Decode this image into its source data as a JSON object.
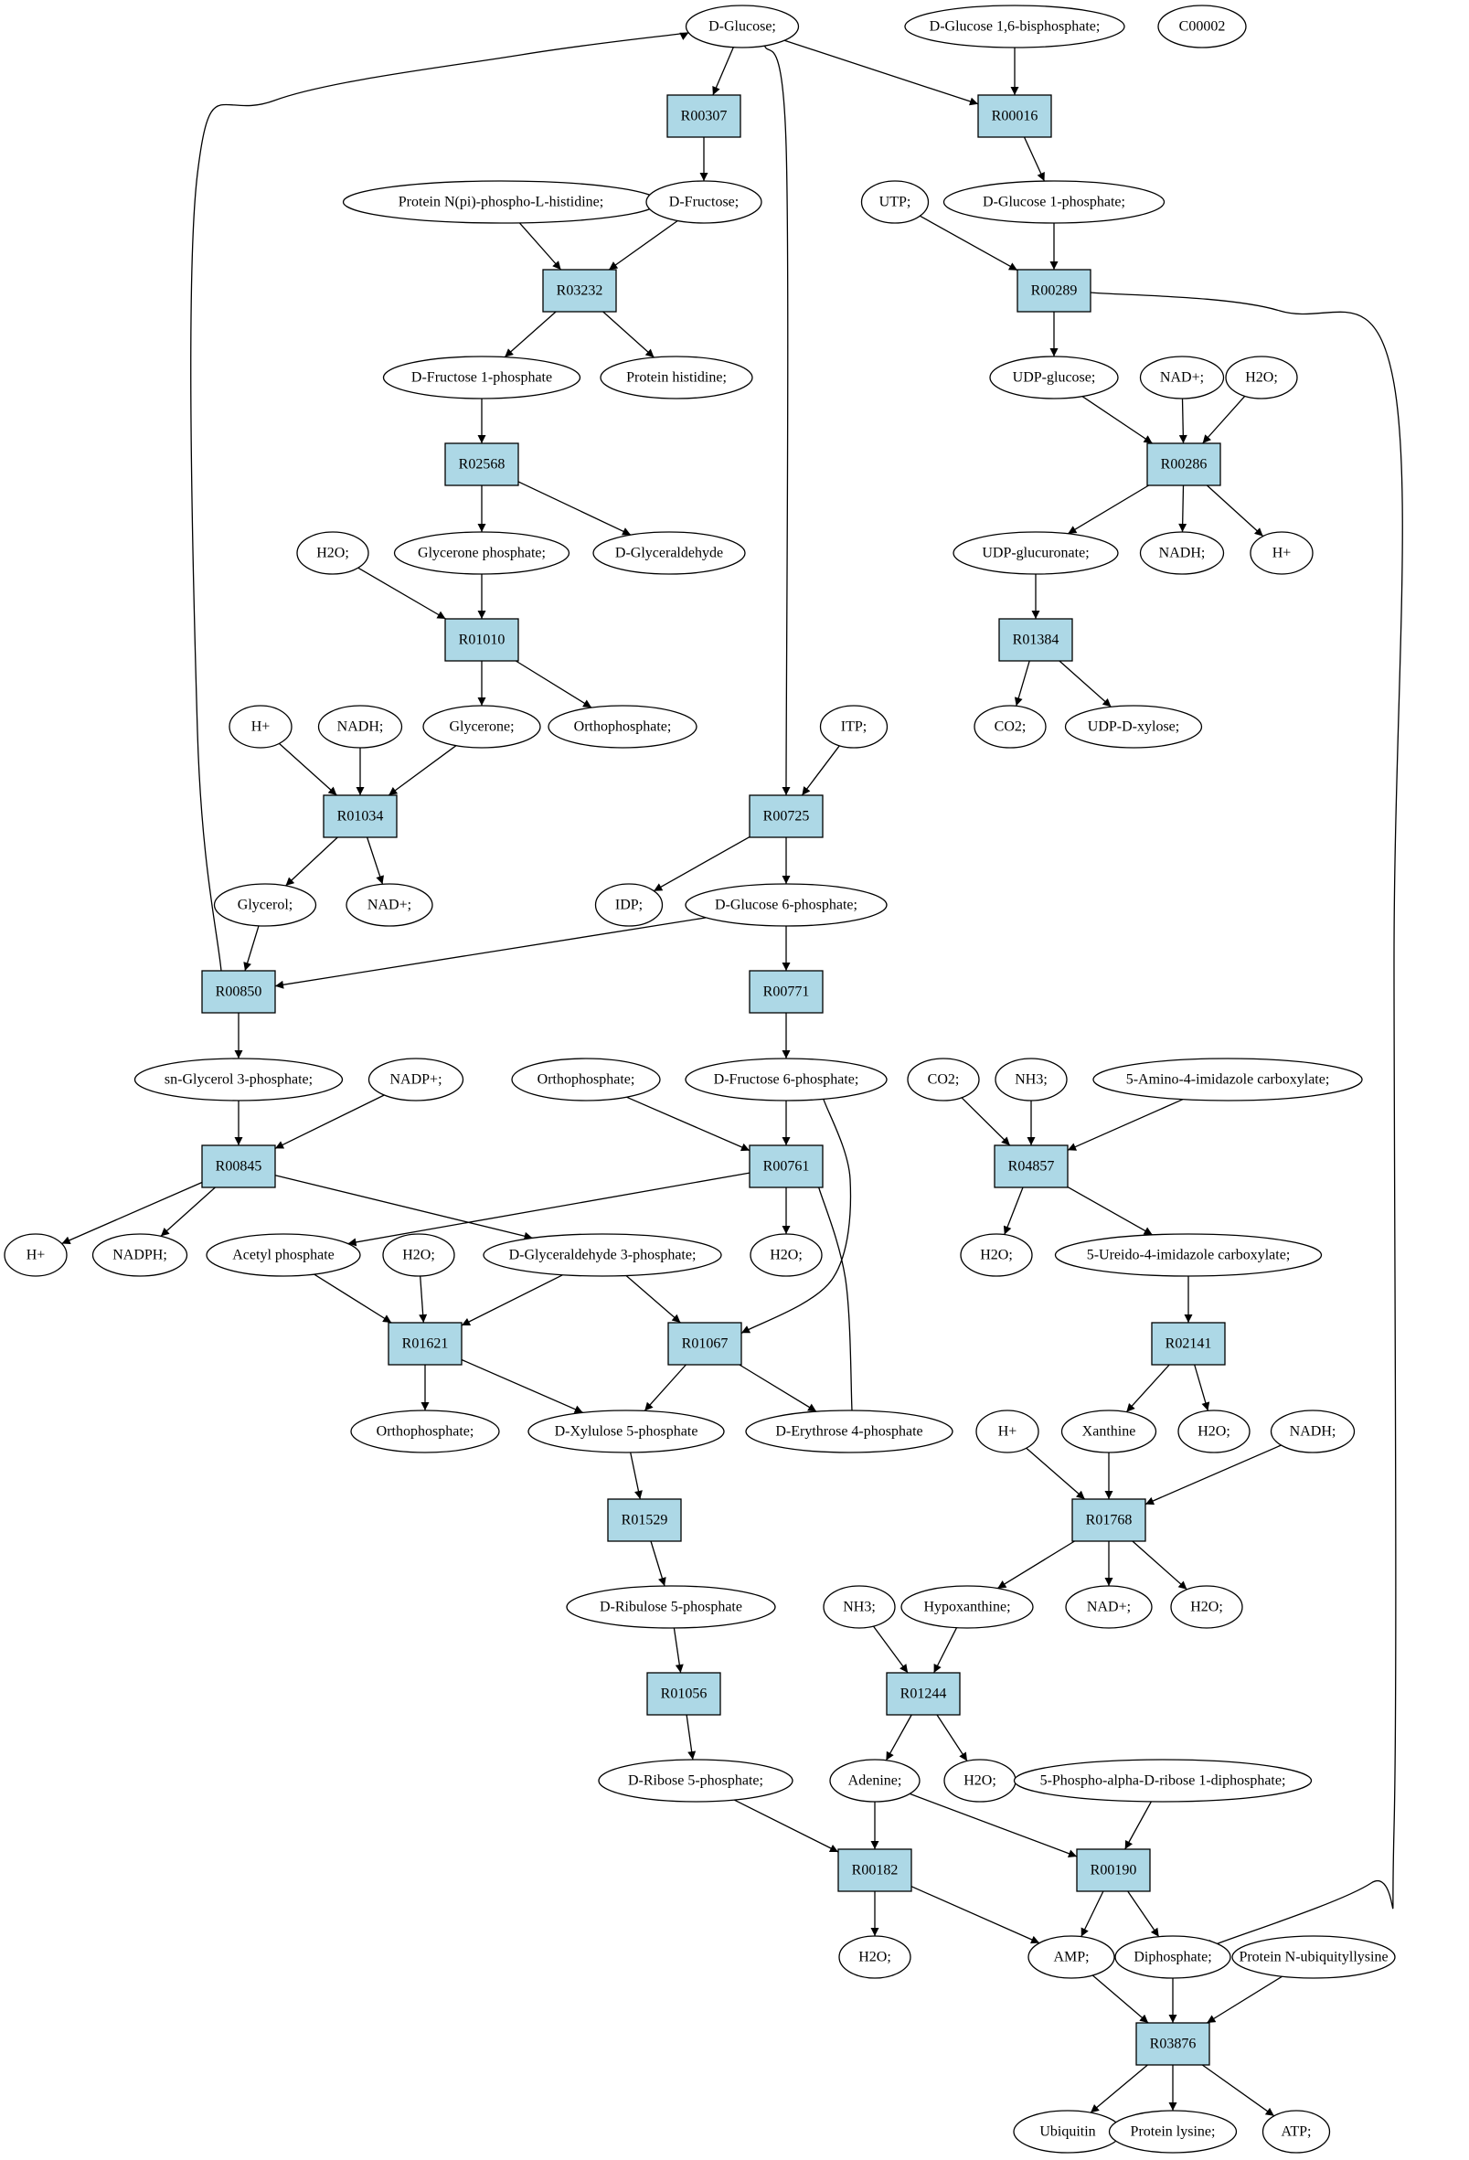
{
  "colors": {
    "start_node": "#00ff00",
    "highlight_node": "#ffff00",
    "reaction_fill": "#add8e6",
    "compound_fill": "#ffffff",
    "line": "#000000"
  },
  "nodes": {
    "n_dglucose": "D-Glucose;",
    "n_dg16bp": "D-Glucose 1,6-bisphosphate;",
    "n_c00002": "C00002",
    "r00307": "R00307",
    "r00016": "R00016",
    "n_protnhis": "Protein N(pi)-phospho-L-histidine;",
    "n_dfructose": "D-Fructose;",
    "n_utp": "UTP;",
    "n_dg1p": "D-Glucose 1-phosphate;",
    "r03232": "R03232",
    "r00289": "R00289",
    "n_df1p": "D-Fructose 1-phosphate",
    "n_prothis": "Protein histidine;",
    "n_udpglucose": "UDP-glucose;",
    "n_nad_a": "NAD+;",
    "n_h2o_a": "H2O;",
    "r02568": "R02568",
    "r00286": "R00286",
    "n_h2o_b": "H2O;",
    "n_gpphos": "Glycerone phosphate;",
    "n_dglyald": "D-Glyceraldehyde",
    "n_udpglucuronate": "UDP-glucuronate;",
    "n_nadh_a": "NADH;",
    "n_hplus_a": "H+",
    "r01010": "R01010",
    "r01384": "R01384",
    "n_hplus_b": "H+",
    "n_nadh_b": "NADH;",
    "n_glycerone": "Glycerone;",
    "n_orthophos_a": "Orthophosphate;",
    "n_itp": "ITP;",
    "n_co2_a": "CO2;",
    "n_udpxylose": "UDP-D-xylose;",
    "r01034": "R01034",
    "r00725": "R00725",
    "n_glycerol": "Glycerol;",
    "n_nad_b": "NAD+;",
    "n_idp": "IDP;",
    "n_dg6p": "D-Glucose 6-phosphate;",
    "r00850": "R00850",
    "r00771": "R00771",
    "n_snglycerol3p": "sn-Glycerol 3-phosphate;",
    "n_nadp": "NADP+;",
    "n_orthophos_b": "Orthophosphate;",
    "n_df6p": "D-Fructose 6-phosphate;",
    "n_co2_b": "CO2;",
    "n_nh3_a": "NH3;",
    "n_5amino": "5-Amino-4-imidazole carboxylate;",
    "r00845": "R00845",
    "r00761": "R00761",
    "r04857": "R04857",
    "n_hplus_c": "H+",
    "n_nadph": "NADPH;",
    "n_acetylp": "Acetyl phosphate",
    "n_h2o_c": "H2O;",
    "n_dga3p": "D-Glyceraldehyde 3-phosphate;",
    "n_h2o_d": "H2O;",
    "n_h2o_e": "H2O;",
    "n_5ureido": "5-Ureido-4-imidazole carboxylate;",
    "r01621": "R01621",
    "r01067": "R01067",
    "r02141": "R02141",
    "n_orthophos_c": "Orthophosphate;",
    "n_dxylulose5p": "D-Xylulose 5-phosphate",
    "n_derythrose4p": "D-Erythrose 4-phosphate",
    "n_hplus_d": "H+",
    "n_xanthine": "Xanthine",
    "n_h2o_f": "H2O;",
    "n_nadh_c": "NADH;",
    "r01529": "R01529",
    "r01768": "R01768",
    "n_dribulose5p": "D-Ribulose 5-phosphate",
    "n_nh3_b": "NH3;",
    "n_hypoxanthine": "Hypoxanthine;",
    "n_nad_c": "NAD+;",
    "n_h2o_g": "H2O;",
    "r01056": "R01056",
    "r01244": "R01244",
    "n_dribose5p": "D-Ribose 5-phosphate;",
    "n_adenine": "Adenine;",
    "n_h2o_h": "H2O;",
    "n_prpp": "5-Phospho-alpha-D-ribose 1-diphosphate;",
    "r00182": "R00182",
    "r00190": "R00190",
    "n_h2o_i": "H2O;",
    "n_amp": "AMP;",
    "n_diphosphate": "Diphosphate;",
    "n_protubiq": "Protein N-ubiquityllysine",
    "r03876": "R03876",
    "n_ubiquitin": "Ubiquitin",
    "n_protlys": "Protein lysine;",
    "n_atp": "ATP;"
  }
}
